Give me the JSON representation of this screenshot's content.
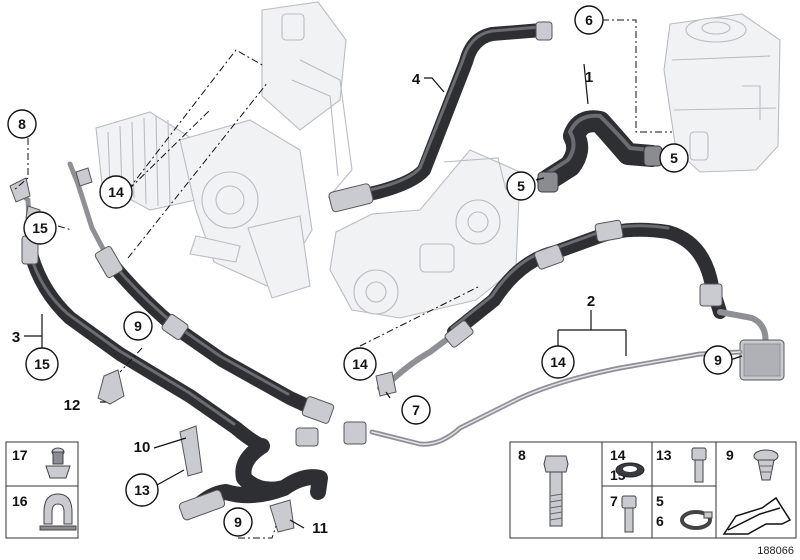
{
  "diagram": {
    "diagram_id": "188066",
    "callouts": {
      "c1": "1",
      "c2": "2",
      "c3": "3",
      "c4": "4",
      "c5a": "5",
      "c5b": "5",
      "c6": "6",
      "c7": "7",
      "c8": "8",
      "c9a": "9",
      "c9b": "9",
      "c9c": "9",
      "c10": "10",
      "c11": "11",
      "c12": "12",
      "c13": "13",
      "c14a": "14",
      "c14b": "14",
      "c14c": "14",
      "c15a": "15",
      "c15b": "15"
    },
    "legend_left": [
      {
        "label": "17",
        "icon": "rubber-mount-icon"
      },
      {
        "label": "16",
        "icon": "hose-clip-icon"
      }
    ],
    "legend_right": {
      "bolt": "8",
      "gasket_top": "14",
      "gasket_bottom": "15",
      "screw_top": "13",
      "screw_bottom": "7",
      "clamp_top": "5",
      "clamp_bottom": "6",
      "expanding_rivet": "9"
    }
  }
}
